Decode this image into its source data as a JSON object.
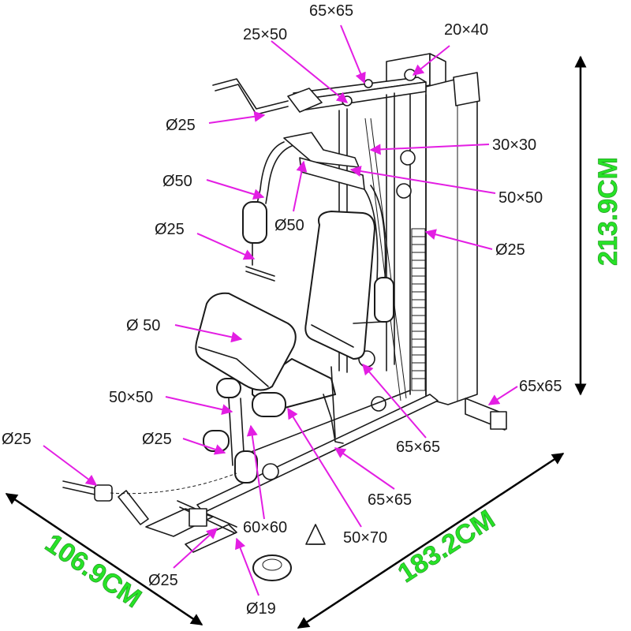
{
  "colors": {
    "callout_arrow": "#e31ee3",
    "dimension_text": "#27e227",
    "outline": "#1a1a1a"
  },
  "callouts": {
    "c1": "65×65",
    "c2": "20×40",
    "c3": "25×50",
    "c4": "Ø25",
    "c5": "30×30",
    "c6": "Ø50",
    "c7": "50×50",
    "c8": "Ø50",
    "c9": "Ø25",
    "c10": "Ø25",
    "c11": "Ø 50",
    "c12": "65x65",
    "c13": "50×50",
    "c14": "Ø25",
    "c15": "65×65",
    "c16": "Ø25",
    "c17": "65×65",
    "c18": "60×60",
    "c19": "50×70",
    "c20": "Ø25",
    "c21": "Ø19"
  },
  "dimensions": {
    "height": "213.9CM",
    "length": "183.2CM",
    "width": "106.9CM"
  }
}
